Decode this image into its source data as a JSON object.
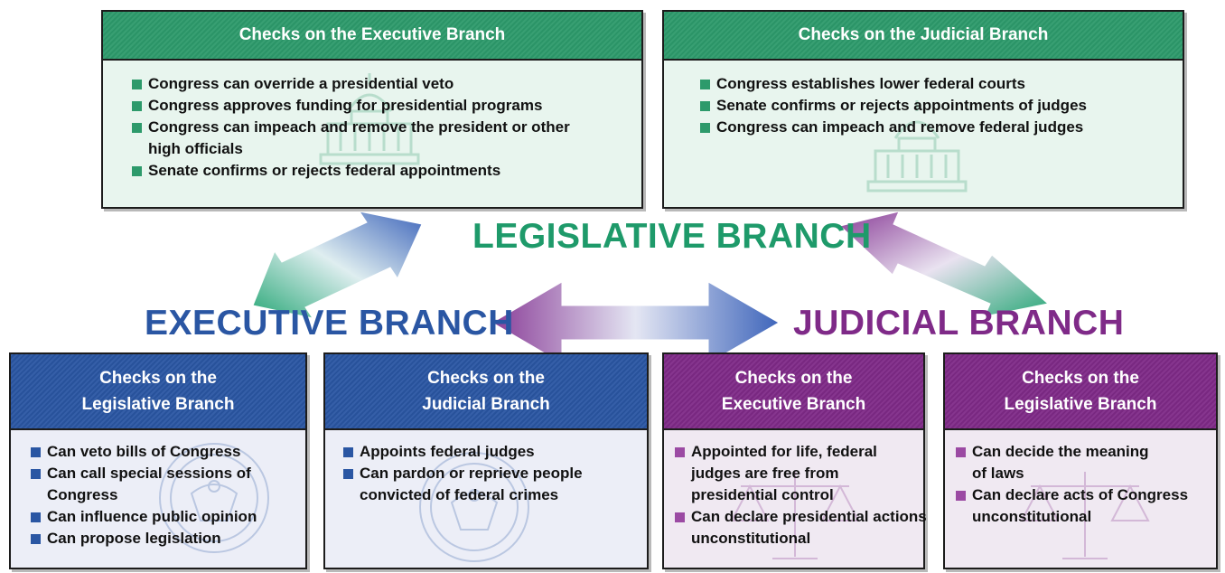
{
  "branches": {
    "legislative": "LEGISLATIVE BRANCH",
    "executive": "EXECUTIVE BRANCH",
    "judicial": "JUDICIAL BRANCH"
  },
  "colors": {
    "legislative": "#1e9a6a",
    "executive": "#2a56a3",
    "judicial": "#7f2a88"
  },
  "boxes": {
    "leg_exec": {
      "title": "Checks on the Executive Branch",
      "items": [
        "Congress can override a presidential veto",
        "Congress approves funding for presidential programs",
        "Congress can impeach and remove the president or other high officials",
        "Senate confirms or rejects federal appointments"
      ]
    },
    "leg_jud": {
      "title": "Checks on the Judicial Branch",
      "items": [
        "Congress establishes lower federal courts",
        "Senate confirms or rejects appointments of judges",
        "Congress can impeach and remove federal judges"
      ]
    },
    "exec_leg": {
      "title_line1": "Checks on the",
      "title_line2": "Legislative Branch",
      "items": [
        "Can veto bills of Congress",
        "Can call special sessions of Congress",
        "Can influence public opinion",
        "Can propose legislation"
      ]
    },
    "exec_jud": {
      "title_line1": "Checks on the",
      "title_line2": "Judicial Branch",
      "items": [
        "Appoints federal judges",
        "Can pardon or reprieve people convicted of federal crimes"
      ]
    },
    "jud_exec": {
      "title_line1": "Checks on the",
      "title_line2": "Executive Branch",
      "items": [
        "Appointed for life, federal judges are free from presidential control",
        "Can declare presidential actions unconstitutional"
      ]
    },
    "jud_leg": {
      "title_line1": "Checks on the",
      "title_line2": "Legislative Branch",
      "items": [
        "Can decide the meaning of laws",
        "Can declare acts of Congress unconstitutional"
      ]
    }
  },
  "icons": {
    "capitol": "capitol-icon",
    "seal": "presidential-seal-icon",
    "scales": "scales-of-justice-icon"
  }
}
